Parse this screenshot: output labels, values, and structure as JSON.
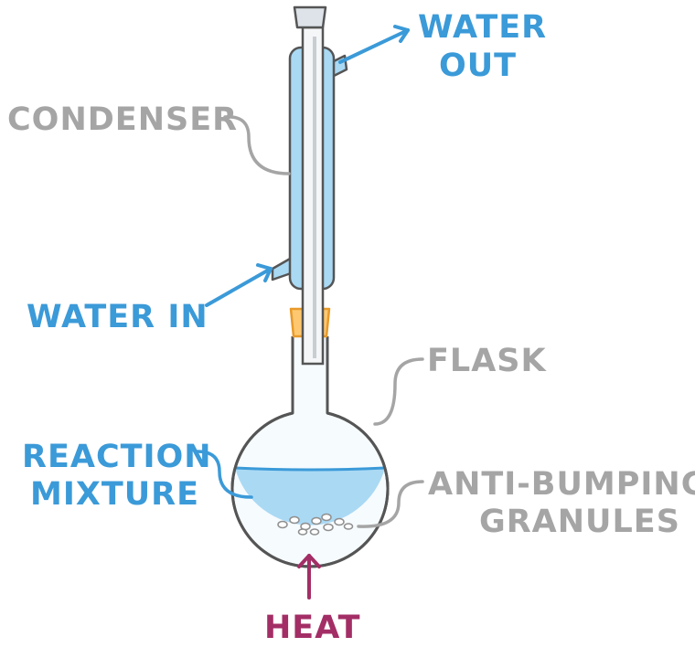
{
  "labels": {
    "water_out_line1": "WATER",
    "water_out_line2": "OUT",
    "condenser": "CONDENSER",
    "water_in": "WATER IN",
    "flask": "FLASK",
    "reaction_line1": "REACTION",
    "reaction_line2": "MIXTURE",
    "anti_line1": "ANTI-BUMPING",
    "anti_line2": "GRANULES",
    "heat": "HEAT"
  },
  "colors": {
    "water_label": "#3b9ad8",
    "apparatus_label": "#a5a5a5",
    "heat_label": "#a32e66",
    "water": "#aad9f4",
    "glass_outline": "#555555",
    "stopper": "#ffc870"
  }
}
